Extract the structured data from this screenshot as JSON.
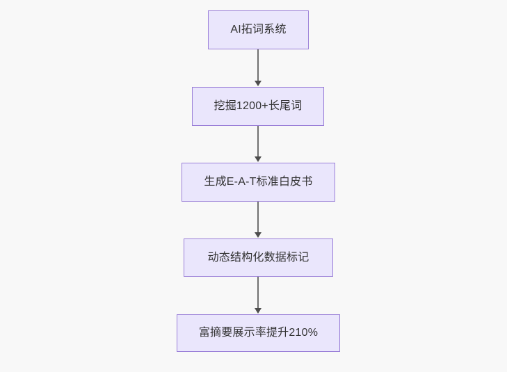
{
  "diagram": {
    "type": "flowchart",
    "direction": "top-to-bottom",
    "background_color": "#f8f8f8",
    "node_fill_color": "#eae6fc",
    "node_border_color": "#9a7fd8",
    "node_text_color": "#333333",
    "edge_color": "#707070",
    "nodes": [
      {
        "id": "n1",
        "label": "AI拓词系统"
      },
      {
        "id": "n2",
        "label": "挖掘1200+长尾词"
      },
      {
        "id": "n3",
        "label": "生成E-A-T标准白皮书"
      },
      {
        "id": "n4",
        "label": "动态结构化数据标记"
      },
      {
        "id": "n5",
        "label": "富摘要展示率提升210%"
      }
    ],
    "edges": [
      {
        "from": "n1",
        "to": "n2",
        "label": ""
      },
      {
        "from": "n2",
        "to": "n3",
        "label": ""
      },
      {
        "from": "n3",
        "to": "n4",
        "label": ""
      },
      {
        "from": "n4",
        "to": "n5",
        "label": ""
      }
    ]
  }
}
